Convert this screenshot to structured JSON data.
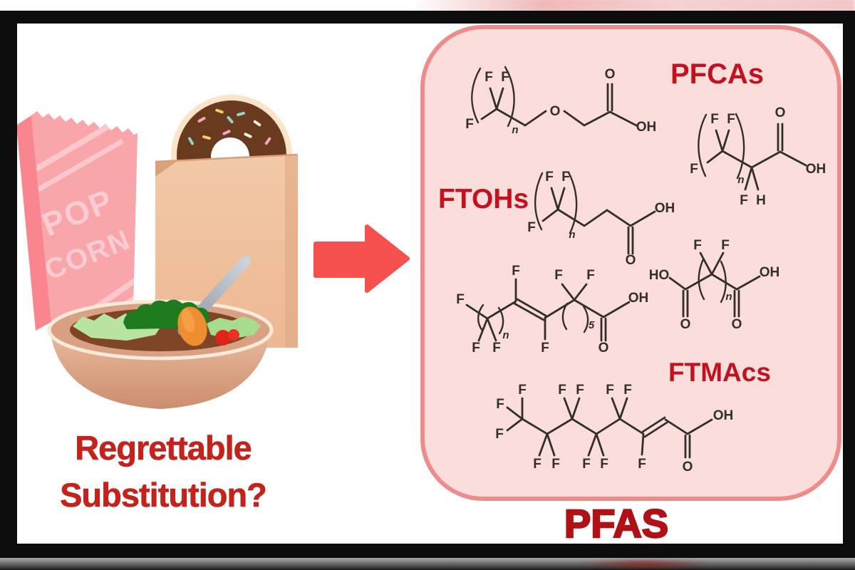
{
  "figure": {
    "caption": {
      "line1": "Regrettable",
      "line2": "Substitution?"
    },
    "popcorn_box": {
      "line1": "POP",
      "line2": "CORN"
    },
    "pfas_panel": {
      "label_pfcas": "PFCAs",
      "label_ftohs": "FTOHs",
      "label_ftmacs": "FTMAcs",
      "footer": "PFAS"
    },
    "colors": {
      "frame_black": "#0d0d0d",
      "panel_fill": "#fbdddc",
      "panel_border": "#ee8c8c",
      "chem_label_red": "#c1131f",
      "caption_red": "#c3231b",
      "pfas_red": "#b01117",
      "arrow_red": "#f6514f",
      "bond_black": "#322e2a"
    },
    "structures": {
      "s1_ether_pfca": {
        "f_a": "F",
        "f_b": "F",
        "f_c": "F",
        "n": "n",
        "o_ether": "O",
        "o_carbonyl": "O",
        "oh": "OH"
      },
      "s2_pfca": {
        "f_a": "F",
        "f_b": "F",
        "f_c": "F",
        "n": "n",
        "f_d": "F",
        "h": "H",
        "o": "O",
        "oh": "OH"
      },
      "s3_fto_acid": {
        "f_a": "F",
        "f_b": "F",
        "f_c": "F",
        "n": "n",
        "o": "O",
        "oh": "OH"
      },
      "s4_ftuca": {
        "f_a": "F",
        "f_b": "F",
        "f_c": "F",
        "n": "n",
        "f_top": "F",
        "f_bottom": "F",
        "f_d": "F",
        "f_e": "F",
        "sub5": "5",
        "o": "O",
        "oh": "OH"
      },
      "s5_diacid": {
        "ho": "HO",
        "o_a": "O",
        "f_a": "F",
        "f_b": "F",
        "n": "n",
        "o_b": "O",
        "oh": "OH"
      },
      "s6_ftmac": {
        "f1": "F",
        "f2": "F",
        "f3": "F",
        "f4": "F",
        "f5": "F",
        "f6": "F",
        "f7": "F",
        "f8": "F",
        "f9": "F",
        "f10": "F",
        "f11": "F",
        "f12": "F",
        "o": "O",
        "oh": "OH"
      }
    }
  }
}
